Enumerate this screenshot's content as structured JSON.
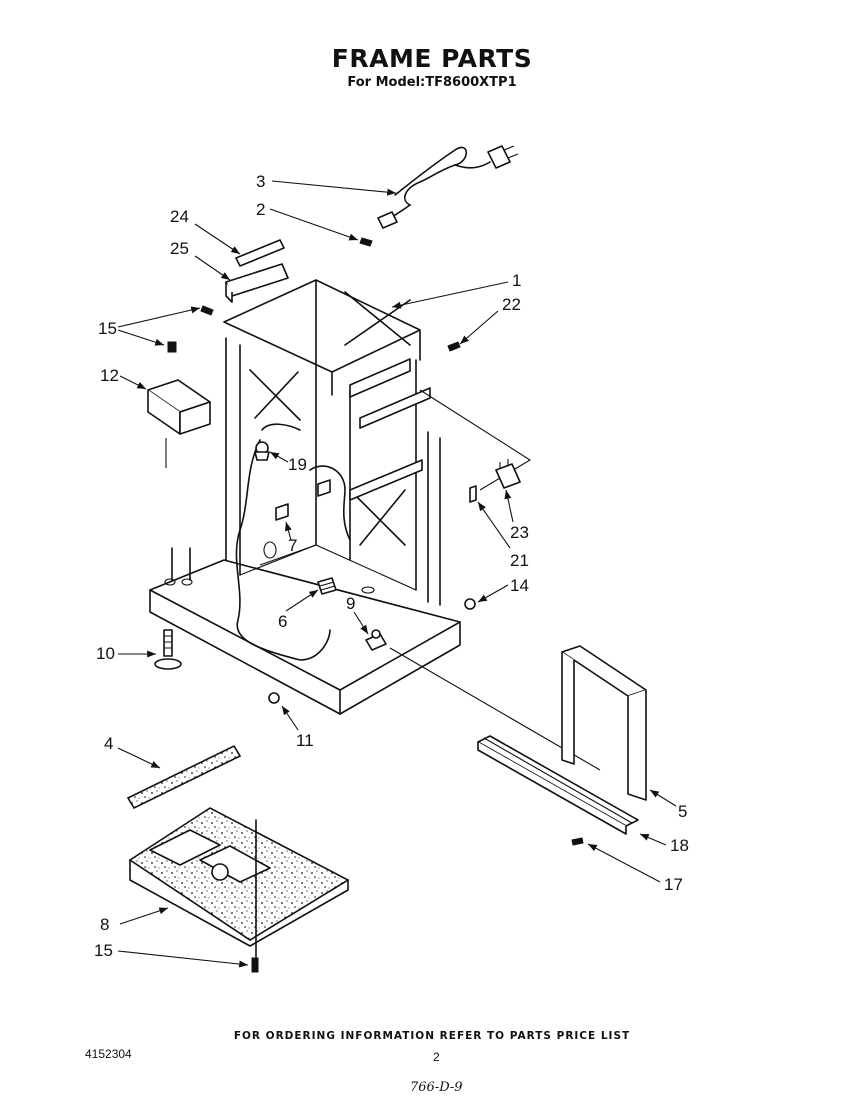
{
  "header": {
    "title": "FRAME PARTS",
    "subtitle": "For Model:TF8600XTP1"
  },
  "callouts": {
    "c1": "1",
    "c2": "2",
    "c3": "3",
    "c4": "4",
    "c5": "5",
    "c6": "6",
    "c7": "7",
    "c8": "8",
    "c9": "9",
    "c10": "10",
    "c11": "11",
    "c12": "12",
    "c14": "14",
    "c15a": "15",
    "c15b": "15",
    "c17": "17",
    "c18": "18",
    "c19": "19",
    "c21": "21",
    "c22": "22",
    "c23": "23",
    "c24": "24",
    "c25": "25"
  },
  "footer": {
    "note": "FOR ORDERING INFORMATION REFER TO PARTS PRICE LIST",
    "doc_number": "4152304",
    "page_number": "2",
    "handwritten_code": "766-D-9"
  }
}
